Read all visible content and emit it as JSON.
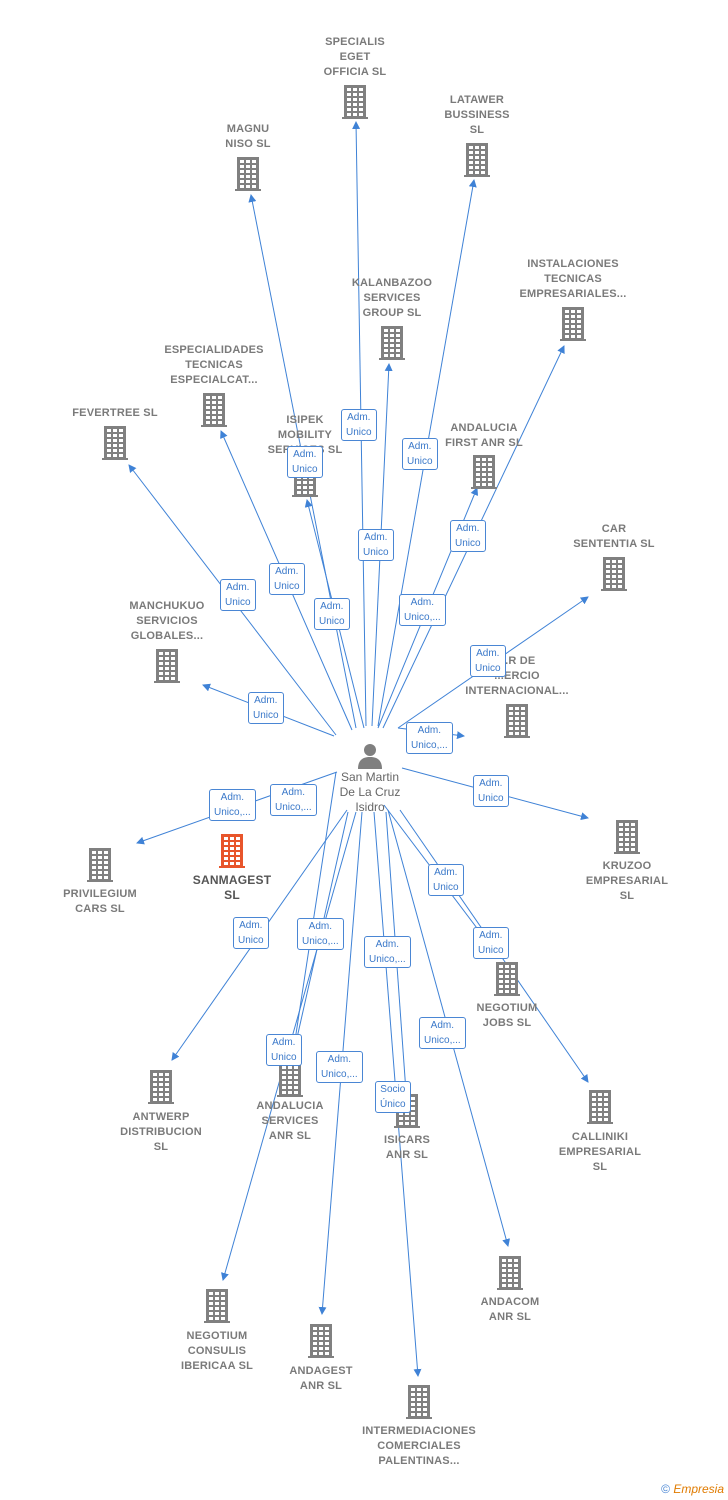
{
  "center": {
    "name": "San Martin\nDe La Cruz\nIsidro"
  },
  "colors": {
    "edge": "#3f82d6",
    "building": "#808080",
    "highlight": "#e8552b",
    "person": "#7f7f7f"
  },
  "companies": [
    {
      "id": "specialis",
      "name": "SPECIALIS\nEGET\nOFFICIA  SL"
    },
    {
      "id": "latawer",
      "name": "LATAWER\nBUSSINESS\nSL"
    },
    {
      "id": "magnu",
      "name": "MAGNU\nNISO  SL"
    },
    {
      "id": "instalaciones",
      "name": "INSTALACIONES\nTECNICAS\nEMPRESARIALES..."
    },
    {
      "id": "kalanbazoo",
      "name": "KALANBAZOO\nSERVICES\nGROUP  SL"
    },
    {
      "id": "especialidades",
      "name": "ESPECIALIDADES\nTECNICAS\nESPECIALCAT..."
    },
    {
      "id": "fevertree",
      "name": "FEVERTREE SL"
    },
    {
      "id": "isipek",
      "name": "ISIPEK\nMOBILITY\nSERVICES  SL"
    },
    {
      "id": "andalucia-first",
      "name": "ANDALUCIA\nFIRST ANR  SL"
    },
    {
      "id": "car-sententia",
      "name": "CAR\nSENTENTIA  SL"
    },
    {
      "id": "manchukuo",
      "name": "MANCHUKUO\nSERVICIOS\nGLOBALES..."
    },
    {
      "id": "comercio",
      "name": "...R DE\n...ERCIO\nINTERNACIONAL..."
    },
    {
      "id": "kruzoo",
      "name": "KRUZOO\nEMPRESARIAL\nSL"
    },
    {
      "id": "sanmagest",
      "name": "SANMAGEST\nSL",
      "highlight": true
    },
    {
      "id": "privilegium",
      "name": "PRIVILEGIUM\nCARS  SL"
    },
    {
      "id": "negotium-jobs",
      "name": "NEGOTIUM\nJOBS  SL"
    },
    {
      "id": "antwerp",
      "name": "ANTWERP\nDISTRIBUCION\nSL"
    },
    {
      "id": "andalucia-services",
      "name": "ANDALUCIA\nSERVICES\nANR  SL"
    },
    {
      "id": "isicars",
      "name": "ISICARS\nANR  SL"
    },
    {
      "id": "calliniki",
      "name": "CALLINIKI\nEMPRESARIAL\nSL"
    },
    {
      "id": "andacom",
      "name": "ANDACOM\nANR  SL"
    },
    {
      "id": "negotium-consulis",
      "name": "NEGOTIUM\nCONSULIS\nIBERICAA  SL"
    },
    {
      "id": "andagest",
      "name": "ANDAGEST\nANR  SL"
    },
    {
      "id": "intermediaciones",
      "name": "INTERMEDIACIONES\nCOMERCIALES\nPALENTINAS..."
    }
  ],
  "edge_labels": [
    "Adm.\nUnico",
    "Adm.\nUnico",
    "Adm.\nUnico",
    "Adm.\nUnico",
    "Adm.\nUnico",
    "Adm.\nUnico",
    "Adm.\nUnico",
    "Adm.\nUnico",
    "Adm.\nUnico,...",
    "Adm.\nUnico",
    "Adm.\nUnico",
    "Adm.\nUnico,...",
    "Adm.\nUnico",
    "Adm.\nUnico,...",
    "Adm.\nUnico,...",
    "Adm.\nUnico",
    "Adm.\nUnico",
    "Adm.\nUnico,...",
    "Adm.\nUnico,...",
    "Adm.\nUnico",
    "Adm.\nUnico,...",
    "Adm.\nUnico",
    "Adm.\nUnico,...",
    "Socio\nÚnico"
  ],
  "footer": {
    "copyright": "©",
    "brand": "Empresia"
  }
}
